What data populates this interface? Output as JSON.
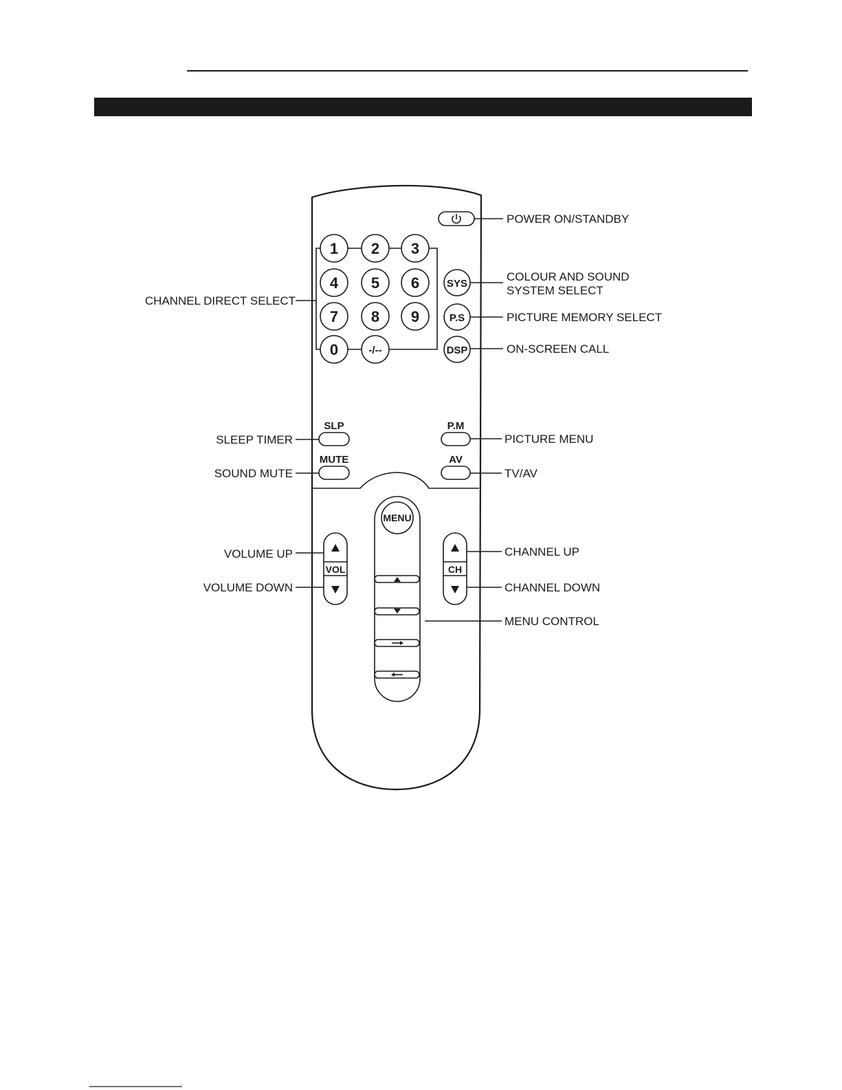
{
  "remote": {
    "power_icon": "power-icon",
    "digits": [
      "1",
      "2",
      "3",
      "4",
      "5",
      "6",
      "7",
      "8",
      "9",
      "0"
    ],
    "dash_key": "-/--",
    "sys": "SYS",
    "ps": "P.S",
    "dsp": "DSP",
    "slp": "SLP",
    "mute": "MUTE",
    "pm": "P.M",
    "av": "AV",
    "menu": "MENU",
    "vol": "VOL",
    "ch": "CH",
    "up_arrow_icon": "triangle-up-icon",
    "down_arrow_icon": "triangle-down-icon",
    "right_arrow_icon": "arrow-right-icon",
    "left_arrow_icon": "arrow-left-icon"
  },
  "labels": {
    "power": "POWER ON/STANDBY",
    "colour_sound_1": "COLOUR AND SOUND",
    "colour_sound_2": "SYSTEM SELECT",
    "picture_memory": "PICTURE MEMORY SELECT",
    "on_screen": "ON-SCREEN CALL",
    "channel_direct": "CHANNEL DIRECT SELECT",
    "sleep_timer": "SLEEP TIMER",
    "sound_mute": "SOUND MUTE",
    "picture_menu": "PICTURE MENU",
    "tv_av": "TV/AV",
    "volume_up": "VOLUME UP",
    "volume_down": "VOLUME DOWN",
    "channel_up": "CHANNEL UP",
    "channel_down": "CHANNEL DOWN",
    "menu_control": "MENU CONTROL"
  }
}
